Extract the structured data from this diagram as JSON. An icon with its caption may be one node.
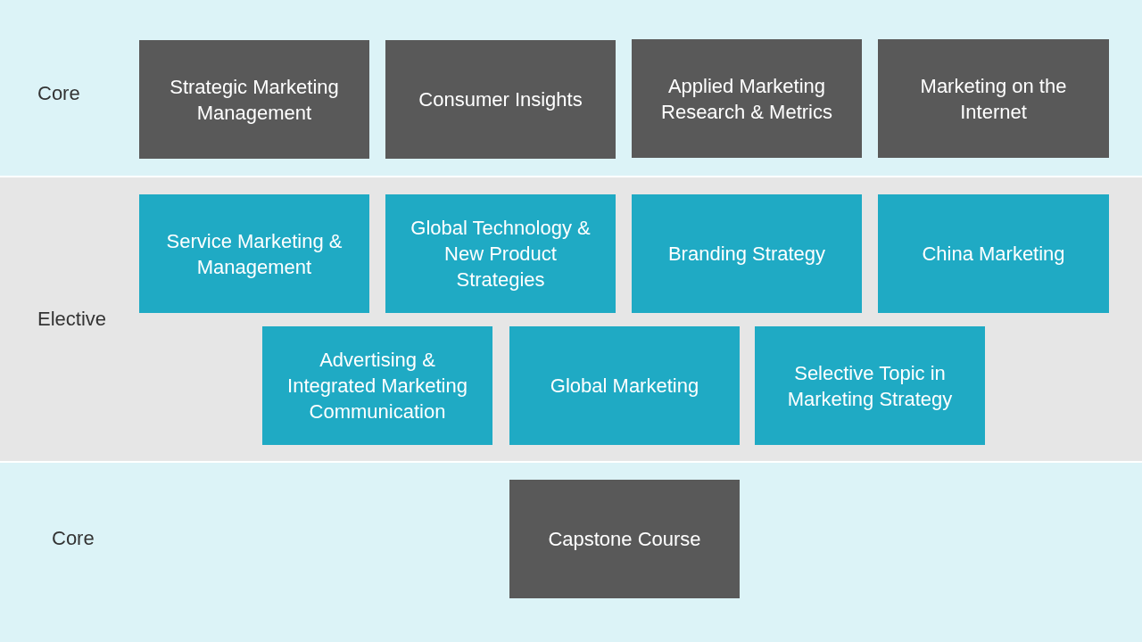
{
  "diagram": {
    "nodes": [
      {
        "text": [
          "Core"
        ]
      },
      {
        "text": [
          "Strategic Marketing Management"
        ],
        "in": 0
      },
      {
        "text": [
          "Consumer Insights"
        ],
        "in": 0
      },
      {
        "text": [
          "Applied Marketing Research & Metrics"
        ],
        "in": 0
      },
      {
        "text": [
          "Marketing on the Internet"
        ],
        "in": 0
      },
      {
        "text": [
          "Elective"
        ]
      },
      {
        "text": [
          "Service Marketing & Management"
        ],
        "in": 5
      },
      {
        "text": [
          "Global Technology & New Product Strategies"
        ],
        "in": 5
      },
      {
        "text": [
          "Branding Strategy"
        ],
        "in": 5
      },
      {
        "text": [
          "China Marketing"
        ],
        "in": 5
      },
      {
        "text": [
          "Advertising & Integrated Marketing Communication"
        ],
        "in": 5
      },
      {
        "text": [
          "Global Marketing"
        ],
        "in": 5
      },
      {
        "text": [
          "Selective Topic in Marketing Strategy"
        ],
        "in": 5
      },
      {
        "text": [
          "Core"
        ]
      },
      {
        "text": [
          "Capstone Course"
        ],
        "in": 13
      }
    ]
  }
}
